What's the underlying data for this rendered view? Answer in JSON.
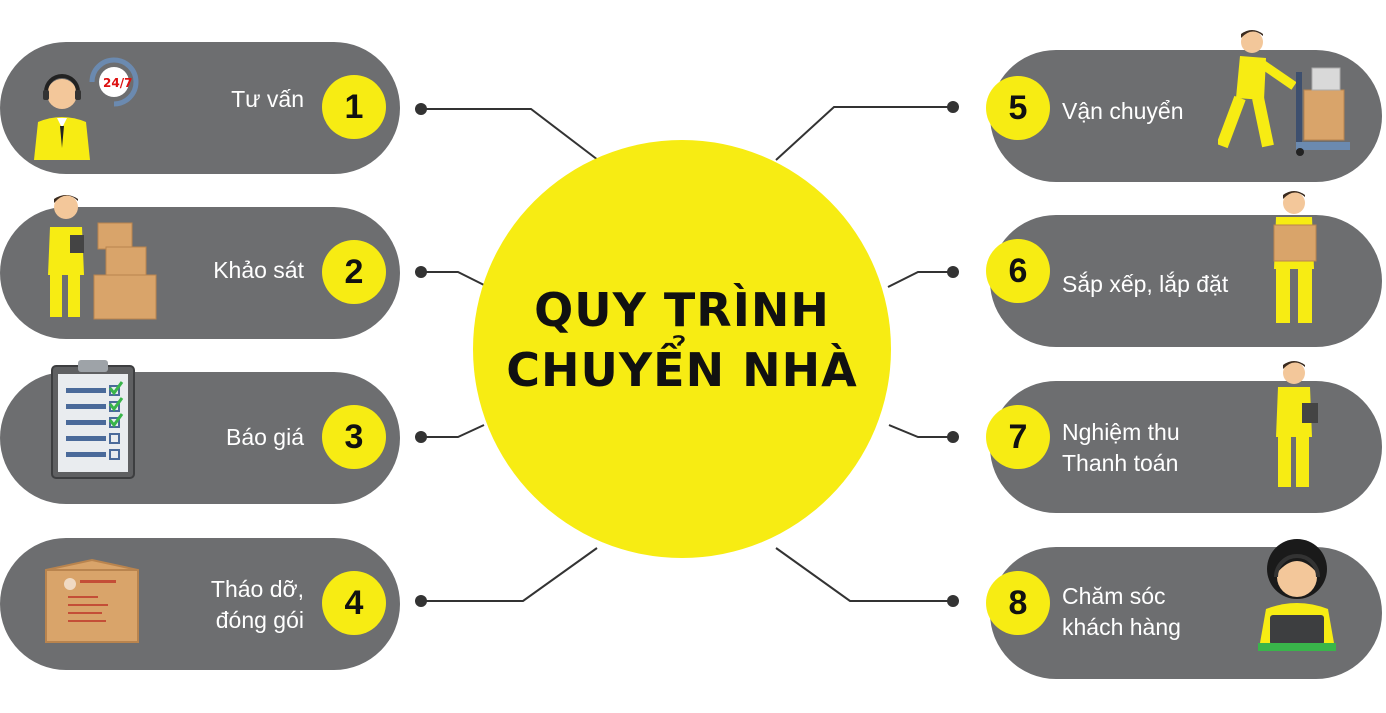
{
  "title_lines": [
    "QUY TRÌNH",
    "CHUYỂN NHÀ"
  ],
  "steps": [
    {
      "number": "1",
      "label_lines": [
        "Tư vấn"
      ],
      "icon": "customer-support-24-7-icon"
    },
    {
      "number": "2",
      "label_lines": [
        "Khảo sát"
      ],
      "icon": "worker-with-boxes-icon"
    },
    {
      "number": "3",
      "label_lines": [
        "Báo giá"
      ],
      "icon": "clipboard-checklist-icon"
    },
    {
      "number": "4",
      "label_lines": [
        "Tháo dỡ,",
        "đóng gói"
      ],
      "icon": "cardboard-box-icon"
    },
    {
      "number": "5",
      "label_lines": [
        "Vận chuyển"
      ],
      "icon": "worker-pushing-cart-icon"
    },
    {
      "number": "6",
      "label_lines": [
        "Sắp xếp, lắp đặt"
      ],
      "icon": "worker-carrying-box-icon"
    },
    {
      "number": "7",
      "label_lines": [
        "Nghiệm thu",
        "Thanh toán"
      ],
      "icon": "worker-with-clipboard-icon"
    },
    {
      "number": "8",
      "label_lines": [
        "Chăm sóc",
        "khách hàng"
      ],
      "icon": "operator-with-laptop-icon"
    }
  ],
  "colors": {
    "accent": "#f7ec13",
    "pill": "#6d6e70",
    "connector": "#333333",
    "text_light": "#ffffff",
    "text_dark": "#111111"
  }
}
